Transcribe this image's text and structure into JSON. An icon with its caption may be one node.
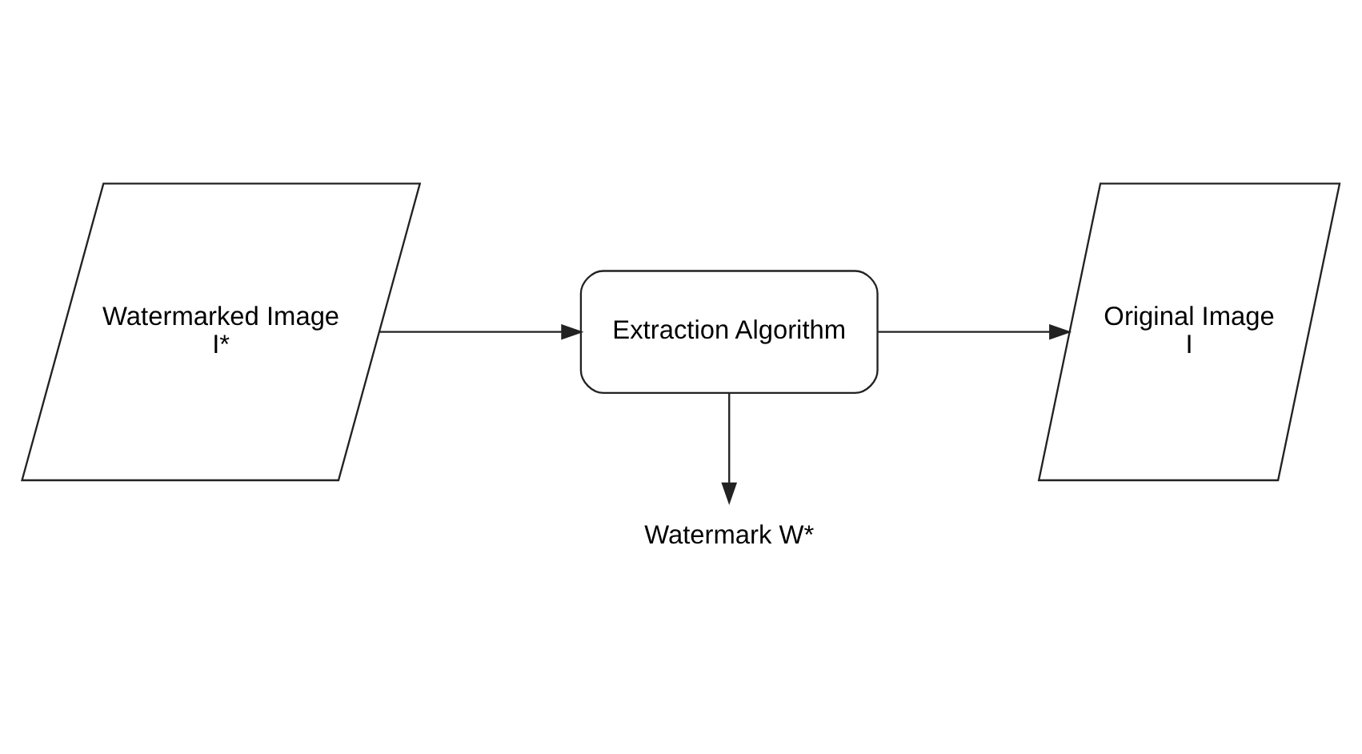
{
  "diagram": {
    "nodes": [
      {
        "text": [
          "Watermarked Image",
          "I*"
        ]
      },
      {
        "text": [
          "Extraction Algorithm"
        ]
      },
      {
        "text": [
          "Original Image",
          "I"
        ]
      },
      {
        "text": [
          "Watermark W*"
        ]
      }
    ],
    "edges": [
      {
        "from": 0,
        "to": 1,
        "arrow": "to"
      },
      {
        "from": 1,
        "to": 2,
        "arrow": "to"
      },
      {
        "from": 1,
        "to": 3,
        "arrow": "to"
      }
    ]
  }
}
